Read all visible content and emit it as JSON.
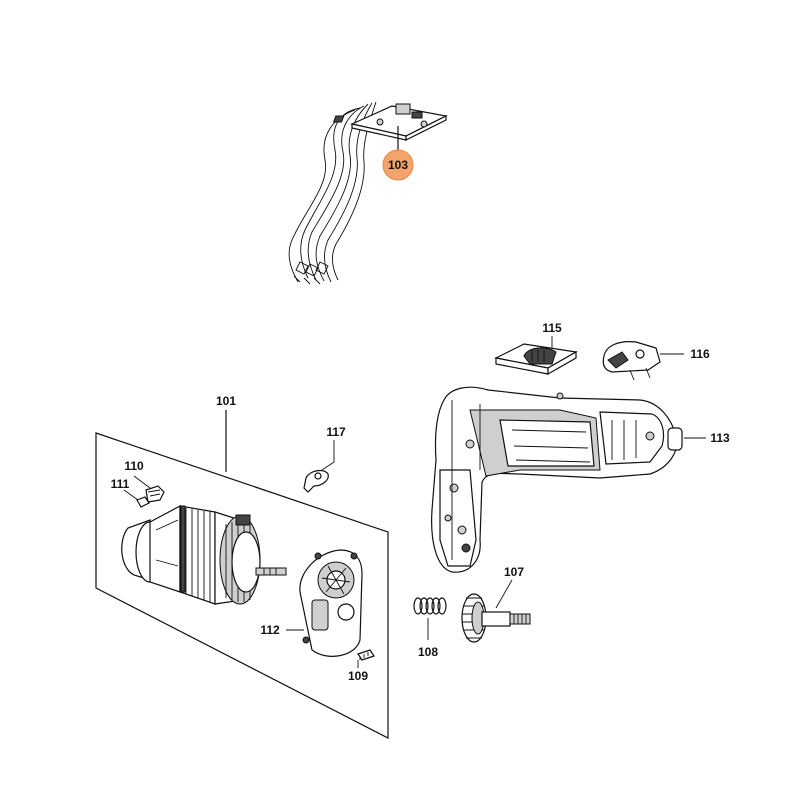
{
  "diagram": {
    "highlight_color": "#f4a46a",
    "callouts": {
      "p101": "101",
      "p103": "103",
      "p107": "107",
      "p108": "108",
      "p109": "109",
      "p110": "110",
      "p111": "111",
      "p112": "112",
      "p113": "113",
      "p115": "115",
      "p116": "116",
      "p117": "117"
    }
  }
}
